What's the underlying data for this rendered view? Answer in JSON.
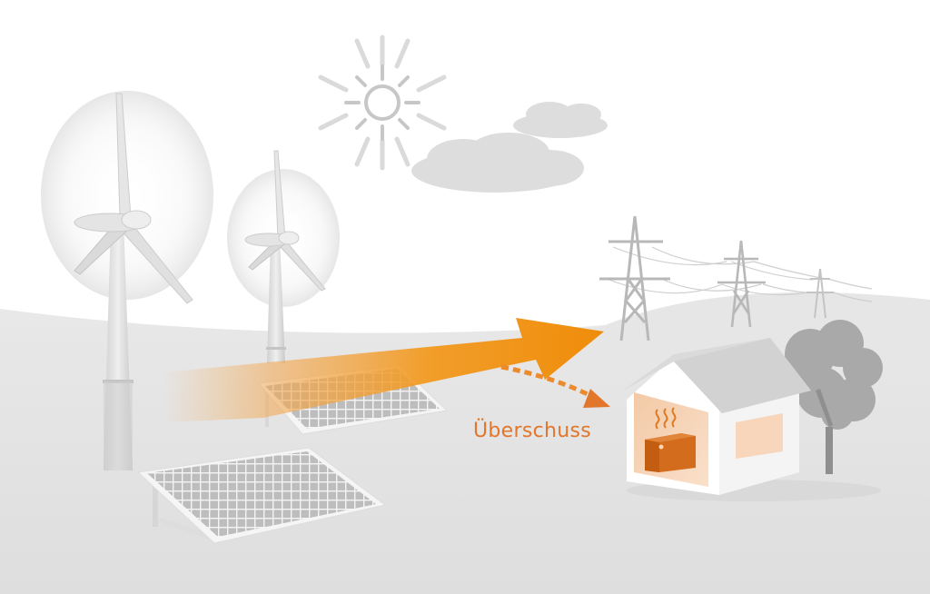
{
  "diagram": {
    "description": "Renewable energy surplus flows from wind turbines and solar panels to the grid, with surplus going to a home heater",
    "labels": {
      "surplus": "Überschuss"
    },
    "elements": {
      "sources": [
        "wind-turbine-large",
        "wind-turbine-small",
        "solar-panel-back",
        "solar-panel-front"
      ],
      "sky": [
        "sun",
        "cloud-large",
        "cloud-small"
      ],
      "grid": [
        "power-pylon-1",
        "power-pylon-2",
        "power-pylon-3"
      ],
      "consumer": [
        "house",
        "heater",
        "tree"
      ]
    },
    "flows": [
      {
        "from": "sources",
        "to": "grid",
        "style": "solid-arrow"
      },
      {
        "from": "sources",
        "to": "house",
        "style": "dashed-arrow",
        "label": "Überschuss"
      }
    ]
  },
  "colors": {
    "accent": "#f0920f",
    "label": "#e2762a",
    "heater": "#d46c1e",
    "house_interior": "#f6d3b6",
    "ground": "#e3e3e3",
    "structure_gray": "#b8b8b8",
    "cloud": "#dcdcdc"
  }
}
